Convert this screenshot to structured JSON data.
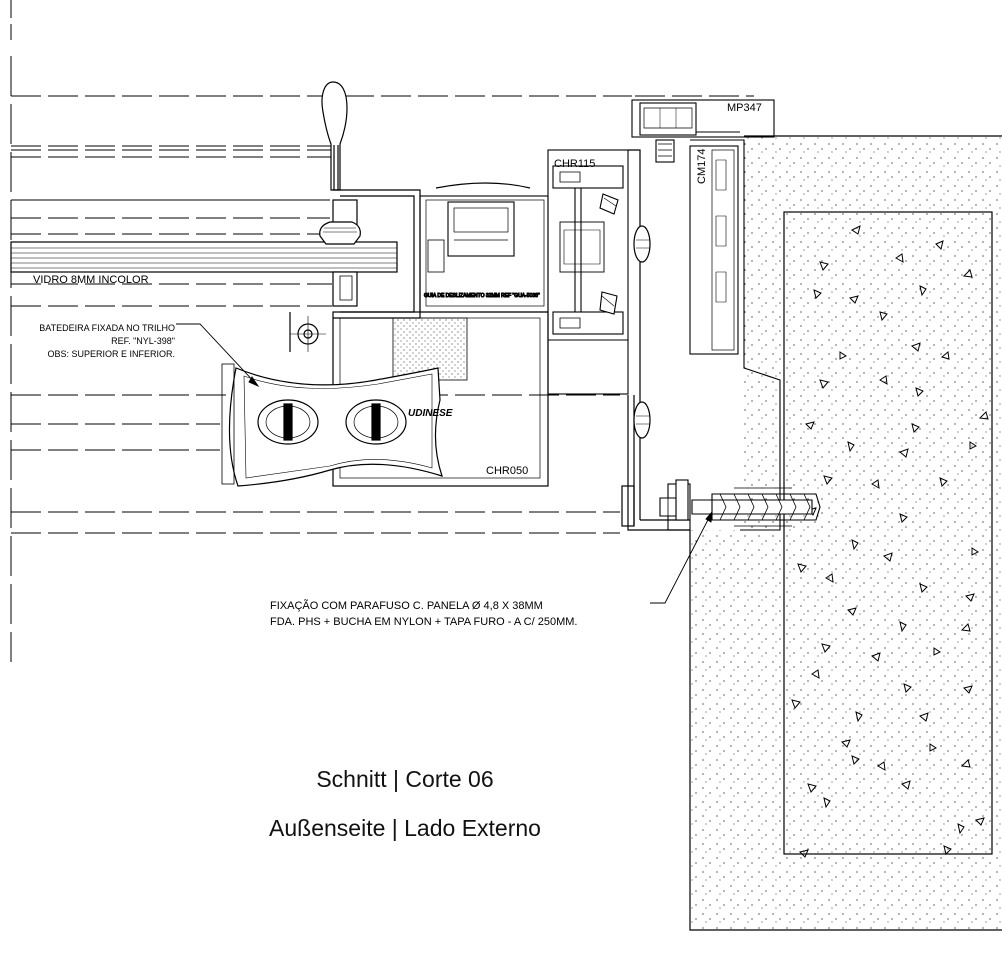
{
  "labels": {
    "mp347": "MP347",
    "chr115": "CHR115",
    "cm174": "CM174",
    "vidro": "VIDRO  8MM INCOLOR",
    "batedeira_1": "BATEDEIRA FIXADA NO TRILHO",
    "batedeira_2": "REF. \"NYL-398\"",
    "batedeira_3": "OBS: SUPERIOR E INFERIOR.",
    "chr050": "CHR050",
    "fixacao_1": "FIXAÇÃO COM PARAFUSO C. PANELA Ø 4,8 X 38MM",
    "fixacao_2": "FDA. PHS + BUCHA EM NYLON + TAPA FURO - A C/ 250MM.",
    "udinese": "UDINESE"
  },
  "title": {
    "line1": "Schnitt | Corte 06",
    "line2": "Außenseite | Lado Externo"
  },
  "colors": {
    "ink": "#000000",
    "paper": "#ffffff"
  }
}
